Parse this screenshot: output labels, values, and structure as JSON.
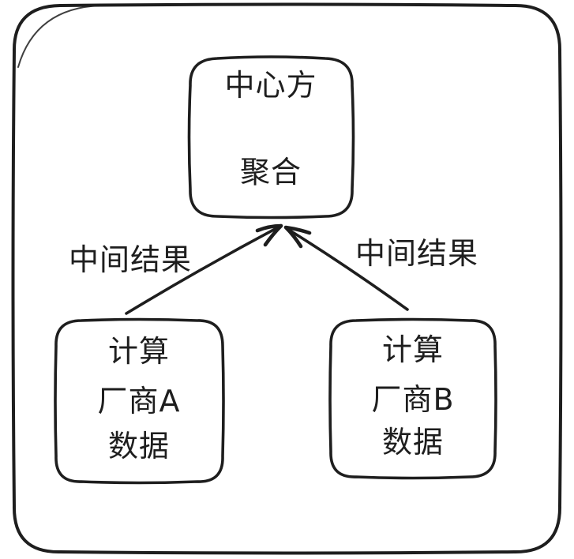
{
  "canvas": {
    "background_color": "#ffffff",
    "stroke_color": "#1e1e1e"
  },
  "nodes": {
    "center": {
      "role": "aggregator",
      "lines": [
        "中心方",
        "聚合"
      ]
    },
    "vendor_a": {
      "role": "computation-party-a",
      "lines": [
        "计算",
        "厂商A",
        "数据"
      ]
    },
    "vendor_b": {
      "role": "computation-party-b",
      "lines": [
        "计算",
        "厂商B",
        "数据"
      ]
    }
  },
  "edges": {
    "left": {
      "from": "vendor_a",
      "to": "center",
      "label": "中间结果"
    },
    "right": {
      "from": "vendor_b",
      "to": "center",
      "label": "中间结果"
    }
  }
}
